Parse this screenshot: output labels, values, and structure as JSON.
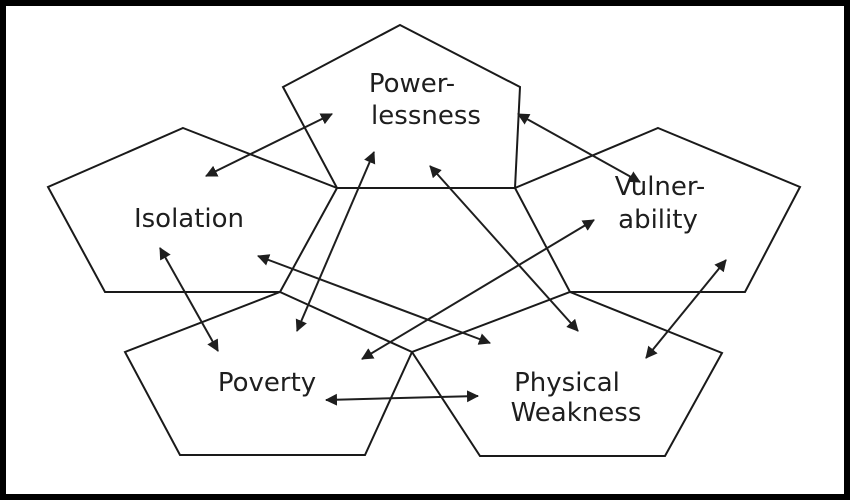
{
  "diagram": {
    "nodes": [
      {
        "id": "powerlessness",
        "lines": [
          "Power-",
          "lessness"
        ]
      },
      {
        "id": "isolation",
        "lines": [
          "Isolation"
        ]
      },
      {
        "id": "vulnerability",
        "lines": [
          "Vulner-",
          "ability"
        ]
      },
      {
        "id": "poverty",
        "lines": [
          "Poverty"
        ]
      },
      {
        "id": "physical-weakness",
        "lines": [
          "Physical",
          "Weakness"
        ]
      }
    ],
    "links": [
      {
        "from": "powerlessness",
        "to": "isolation"
      },
      {
        "from": "powerlessness",
        "to": "vulnerability"
      },
      {
        "from": "powerlessness",
        "to": "poverty"
      },
      {
        "from": "powerlessness",
        "to": "physical-weakness"
      },
      {
        "from": "isolation",
        "to": "poverty"
      },
      {
        "from": "isolation",
        "to": "physical-weakness"
      },
      {
        "from": "vulnerability",
        "to": "poverty"
      },
      {
        "from": "vulnerability",
        "to": "physical-weakness"
      },
      {
        "from": "poverty",
        "to": "physical-weakness"
      }
    ],
    "colors": {
      "outline": "#1a1a1a",
      "frame": "#000000",
      "fill": "#ffffff",
      "text": "#1e1e1e"
    }
  }
}
